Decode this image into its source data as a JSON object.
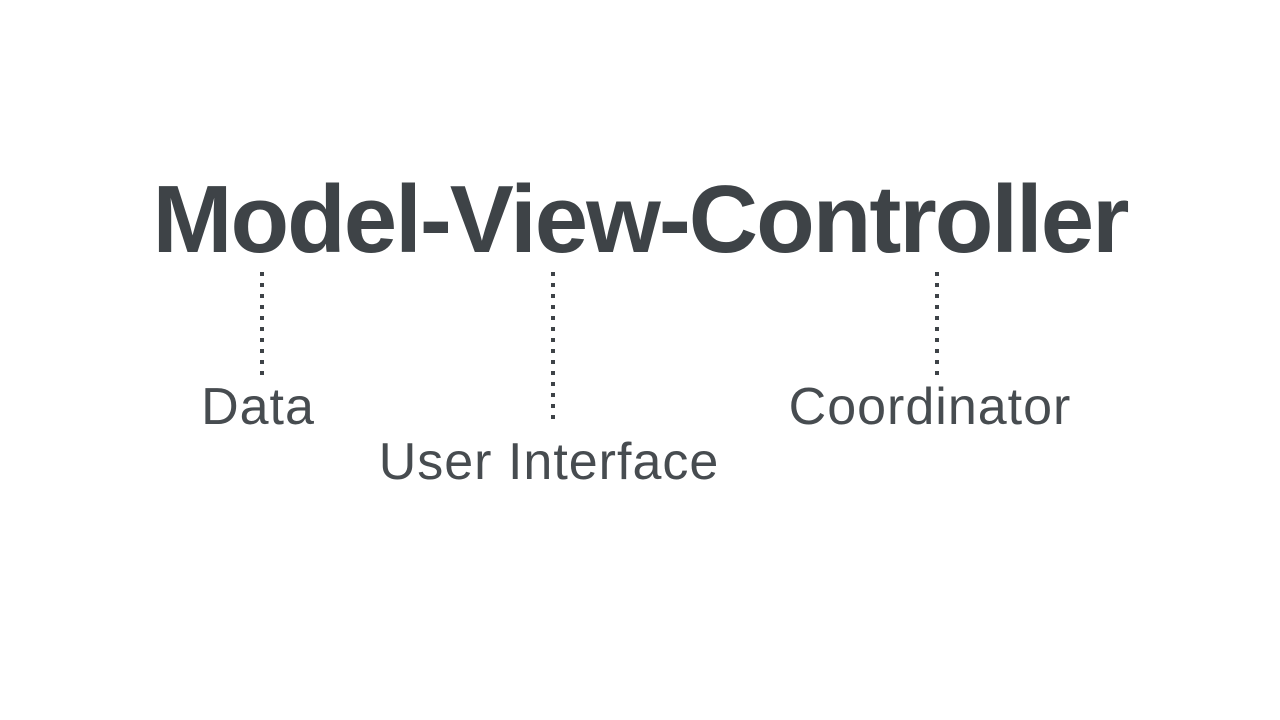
{
  "colors": {
    "background": "#ffffff",
    "title_color": "#3e4347",
    "label_color": "#474c50",
    "connector_color": "#3e4347"
  },
  "diagram": {
    "title": "Model-View-Controller",
    "nodes": [
      {
        "id": "model",
        "label": "Data"
      },
      {
        "id": "view",
        "label": "User Interface"
      },
      {
        "id": "controller",
        "label": "Coordinator"
      }
    ]
  }
}
